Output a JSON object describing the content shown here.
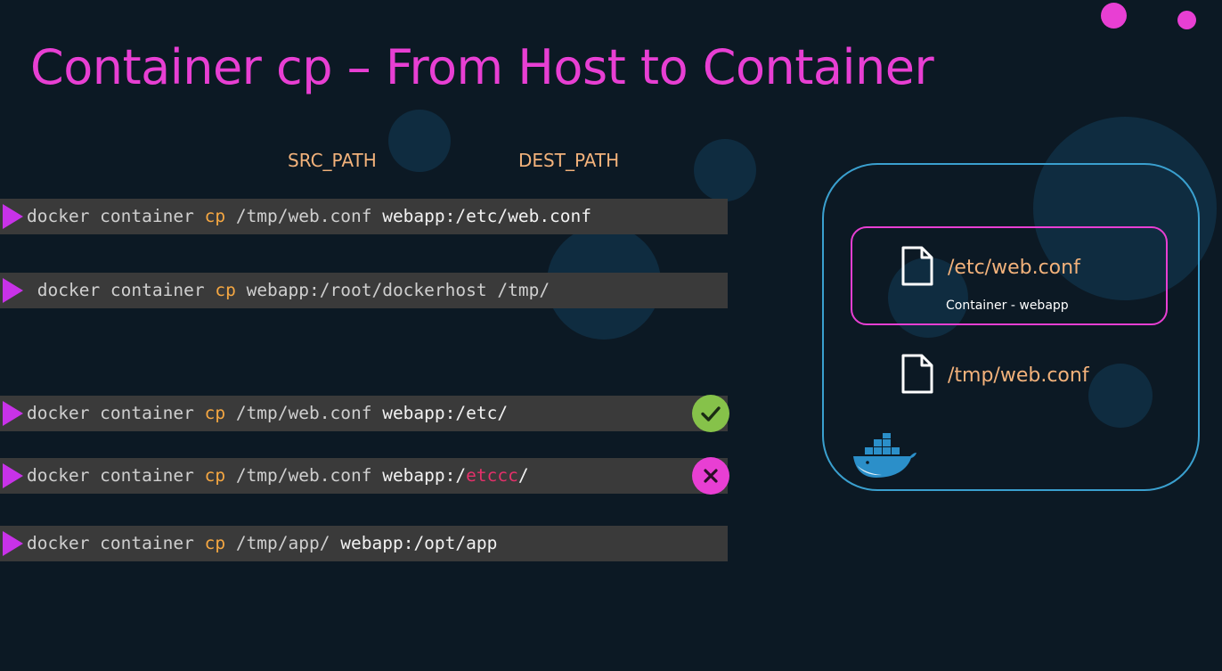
{
  "title": "Container cp – From Host to Container",
  "columns": {
    "src": "SRC_PATH",
    "dest": "DEST_PATH"
  },
  "commands": [
    {
      "lead": "",
      "base": "docker container",
      "op": "cp",
      "src": "/tmp/web.conf",
      "dest_host": "webapp",
      "dest_pre": ":/etc/web.conf",
      "dest_err": "",
      "dest_post": "",
      "status": "none"
    },
    {
      "lead": " ",
      "base": "docker container",
      "op": "cp",
      "src": "webapp:/root/dockerhost",
      "dest_host": "",
      "dest_pre": "/tmp/",
      "dest_err": "",
      "dest_post": "",
      "status": "none"
    },
    {
      "lead": "",
      "base": "docker container",
      "op": "cp",
      "src": "/tmp/web.conf",
      "dest_host": "webapp",
      "dest_pre": ":/etc/",
      "dest_err": "",
      "dest_post": "",
      "status": "success"
    },
    {
      "lead": "",
      "base": "docker container",
      "op": "cp",
      "src": "/tmp/web.conf",
      "dest_host": "webapp",
      "dest_pre": ":/",
      "dest_err": "etccc",
      "dest_post": "/",
      "status": "error"
    },
    {
      "lead": "",
      "base": "docker container",
      "op": "cp",
      "src": "/tmp/app/",
      "dest_host": "webapp",
      "dest_pre": ":/opt/app",
      "dest_err": "",
      "dest_post": "",
      "status": "none"
    }
  ],
  "diagram": {
    "container_file": "/etc/web.conf",
    "container_label": "Container - webapp",
    "host_file": "/tmp/web.conf",
    "logo_icon": "docker-whale-icon"
  },
  "icons": {
    "success": "check-icon",
    "error": "x-icon",
    "file": "file-icon",
    "arrow": "play-arrow-icon"
  },
  "colors": {
    "background": "#0c1924",
    "title": "#e83fd3",
    "label": "#f3b27b",
    "cp": "#f5a742",
    "error": "#e4306a",
    "success": "#86c24a",
    "container_border": "#e83fd3",
    "host_border": "#3aa0cf"
  }
}
